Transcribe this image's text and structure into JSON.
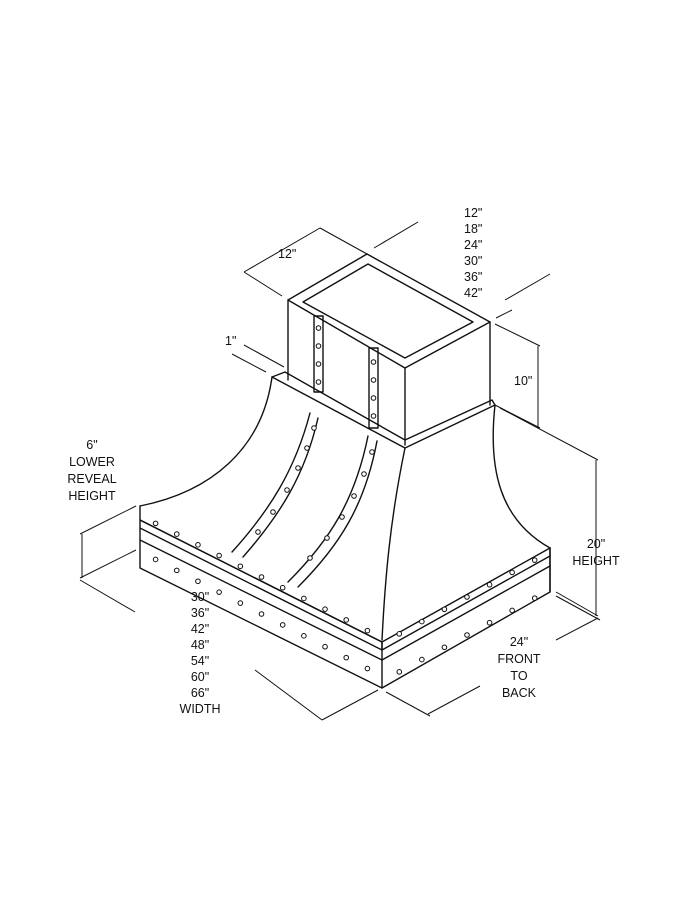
{
  "duct_depth": "12\"",
  "duct_widths": [
    "12\"",
    "18\"",
    "24\"",
    "30\"",
    "36\"",
    "42\""
  ],
  "duct_height": "10\"",
  "top_reveal": "1\"",
  "lower_reveal": [
    "6\"",
    "LOWER",
    "REVEAL",
    "HEIGHT"
  ],
  "height": [
    "20\"",
    "HEIGHT"
  ],
  "front_to_back": [
    "24\"",
    "FRONT",
    "TO",
    "BACK"
  ],
  "widths": [
    "30\"",
    "36\"",
    "42\"",
    "48\"",
    "54\"",
    "60\"",
    "66\"",
    "WIDTH"
  ]
}
